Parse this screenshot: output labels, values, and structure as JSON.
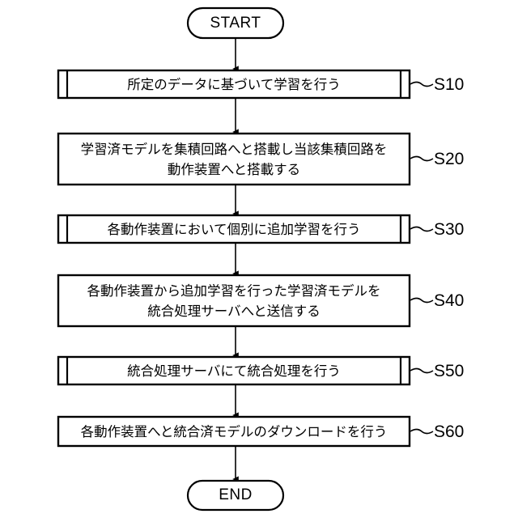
{
  "diagram": {
    "title": "Federated learning process flowchart",
    "background_color": "#ffffff",
    "line_color": "#000000",
    "text_color": "#000000"
  },
  "start": {
    "label": "START",
    "shape": "terminal"
  },
  "end": {
    "label": "END",
    "shape": "terminal"
  },
  "steps": [
    {
      "id": "S10",
      "step_label": "S10",
      "shape": "predefined-process",
      "lines": [
        "所定のデータに基づいて学習を行う"
      ]
    },
    {
      "id": "S20",
      "step_label": "S20",
      "shape": "process",
      "lines": [
        "学習済モデルを集積回路へと搭載し当該集積回路を",
        "動作装置へと搭載する"
      ]
    },
    {
      "id": "S30",
      "step_label": "S30",
      "shape": "predefined-process",
      "lines": [
        "各動作装置において個別に追加学習を行う"
      ]
    },
    {
      "id": "S40",
      "step_label": "S40",
      "shape": "process",
      "lines": [
        "各動作装置から追加学習を行った学習済モデルを",
        "統合処理サーバへと送信する"
      ]
    },
    {
      "id": "S50",
      "step_label": "S50",
      "shape": "predefined-process",
      "lines": [
        "統合処理サーバにて統合処理を行う"
      ]
    },
    {
      "id": "S60",
      "step_label": "S60",
      "shape": "process",
      "lines": [
        "各動作装置へと統合済モデルのダウンロードを行う"
      ]
    }
  ]
}
